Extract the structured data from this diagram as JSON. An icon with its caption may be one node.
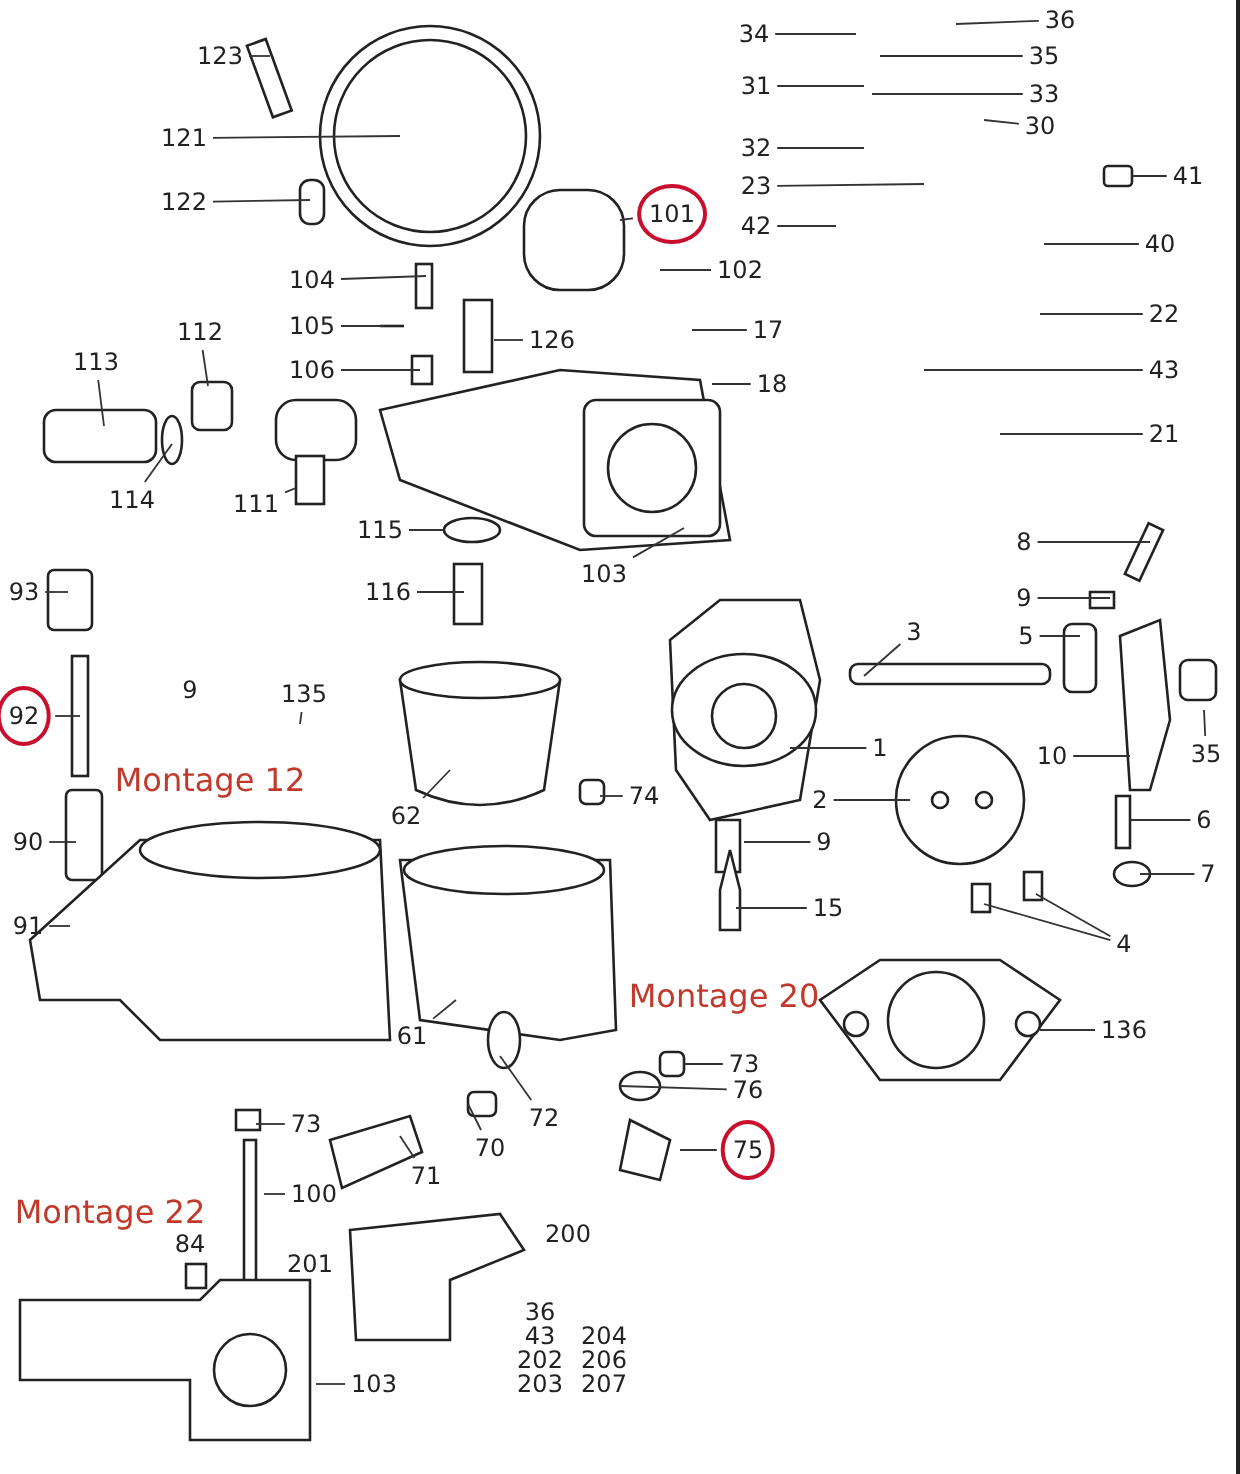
{
  "diagram": {
    "nodes": [
      {
        "text": [
          "123"
        ]
      },
      {
        "text": [
          "121"
        ]
      },
      {
        "text": [
          "122"
        ]
      },
      {
        "text": [
          "34"
        ]
      },
      {
        "text": [
          "36"
        ]
      },
      {
        "text": [
          "35"
        ]
      },
      {
        "text": [
          "31"
        ]
      },
      {
        "text": [
          "33"
        ]
      },
      {
        "text": [
          "30"
        ]
      },
      {
        "text": [
          "32"
        ]
      },
      {
        "text": [
          "41"
        ]
      },
      {
        "text": [
          "23"
        ]
      },
      {
        "text": [
          "101"
        ]
      },
      {
        "text": [
          "42"
        ]
      },
      {
        "text": [
          "40"
        ]
      },
      {
        "text": [
          "102"
        ]
      },
      {
        "text": [
          "104"
        ]
      },
      {
        "text": [
          "22"
        ]
      },
      {
        "text": [
          "105"
        ]
      },
      {
        "text": [
          "126"
        ]
      },
      {
        "text": [
          "17"
        ]
      },
      {
        "text": [
          "113"
        ]
      },
      {
        "text": [
          "112"
        ]
      },
      {
        "text": [
          "106"
        ]
      },
      {
        "text": [
          "43"
        ]
      },
      {
        "text": [
          "18"
        ]
      },
      {
        "text": [
          "21"
        ]
      },
      {
        "text": [
          "114"
        ]
      },
      {
        "text": [
          "111"
        ]
      },
      {
        "text": [
          "115"
        ]
      },
      {
        "text": [
          "8"
        ]
      },
      {
        "text": [
          "103"
        ]
      },
      {
        "text": [
          "93"
        ]
      },
      {
        "text": [
          "116"
        ]
      },
      {
        "text": [
          "9"
        ]
      },
      {
        "text": [
          "3"
        ]
      },
      {
        "text": [
          "5"
        ]
      },
      {
        "text": [
          "135"
        ]
      },
      {
        "text": [
          "92"
        ]
      },
      {
        "text": [
          "1"
        ]
      },
      {
        "text": [
          "10"
        ]
      },
      {
        "text": [
          "35"
        ]
      },
      {
        "text": [
          "74"
        ]
      },
      {
        "text": [
          "2"
        ]
      },
      {
        "text": [
          "62"
        ]
      },
      {
        "text": [
          "6"
        ]
      },
      {
        "text": [
          "9"
        ]
      },
      {
        "text": [
          "90"
        ]
      },
      {
        "text": [
          "7"
        ]
      },
      {
        "text": [
          "15"
        ]
      },
      {
        "text": [
          "91"
        ]
      },
      {
        "text": [
          "4"
        ]
      },
      {
        "text": [
          "136"
        ]
      },
      {
        "text": [
          "61"
        ]
      },
      {
        "text": [
          "73"
        ]
      },
      {
        "text": [
          "76"
        ]
      },
      {
        "text": [
          "72"
        ]
      },
      {
        "text": [
          "73"
        ]
      },
      {
        "text": [
          "70"
        ]
      },
      {
        "text": [
          "75"
        ]
      },
      {
        "text": [
          "71"
        ]
      },
      {
        "text": [
          "100"
        ]
      },
      {
        "text": [
          "103"
        ]
      }
    ],
    "edges": [
      {
        "from": 0,
        "to": null,
        "arrow": "none"
      },
      {
        "from": 1,
        "to": null,
        "arrow": "none"
      },
      {
        "from": 2,
        "to": null,
        "arrow": "none"
      },
      {
        "from": 3,
        "to": null,
        "arrow": "none"
      },
      {
        "from": 4,
        "to": null,
        "arrow": "none"
      },
      {
        "from": 5,
        "to": null,
        "arrow": "none"
      },
      {
        "from": 6,
        "to": null,
        "arrow": "none"
      },
      {
        "from": 7,
        "to": null,
        "arrow": "none"
      },
      {
        "from": 8,
        "to": null,
        "arrow": "none"
      },
      {
        "from": 9,
        "to": null,
        "arrow": "none"
      },
      {
        "from": 10,
        "to": null,
        "arrow": "none"
      },
      {
        "from": 11,
        "to": null,
        "arrow": "none"
      },
      {
        "from": 12,
        "to": null,
        "arrow": "none"
      },
      {
        "from": 13,
        "to": null,
        "arrow": "none"
      },
      {
        "from": 14,
        "to": null,
        "arrow": "none"
      },
      {
        "from": 15,
        "to": null,
        "arrow": "none"
      },
      {
        "from": 16,
        "to": null,
        "arrow": "none"
      },
      {
        "from": 17,
        "to": null,
        "arrow": "none"
      },
      {
        "from": 18,
        "to": null,
        "arrow": "none"
      },
      {
        "from": 19,
        "to": null,
        "arrow": "none"
      },
      {
        "from": 20,
        "to": null,
        "arrow": "none"
      },
      {
        "from": 21,
        "to": null,
        "arrow": "none"
      },
      {
        "from": 22,
        "to": null,
        "arrow": "none"
      },
      {
        "from": 23,
        "to": null,
        "arrow": "none"
      },
      {
        "from": 24,
        "to": null,
        "arrow": "none"
      },
      {
        "from": 25,
        "to": null,
        "arrow": "none"
      },
      {
        "from": 26,
        "to": null,
        "arrow": "none"
      },
      {
        "from": 27,
        "to": null,
        "arrow": "none"
      },
      {
        "from": 28,
        "to": null,
        "arrow": "none"
      },
      {
        "from": 29,
        "to": null,
        "arrow": "none"
      },
      {
        "from": 30,
        "to": null,
        "arrow": "none"
      },
      {
        "from": 31,
        "to": null,
        "arrow": "none"
      },
      {
        "from": 32,
        "to": null,
        "arrow": "none"
      },
      {
        "from": 33,
        "to": null,
        "arrow": "none"
      },
      {
        "from": 34,
        "to": null,
        "arrow": "none"
      },
      {
        "from": 35,
        "to": null,
        "arrow": "none"
      },
      {
        "from": 36,
        "to": null,
        "arrow": "none"
      },
      {
        "from": 37,
        "to": null,
        "arrow": "none"
      },
      {
        "from": 38,
        "to": null,
        "arrow": "none"
      },
      {
        "from": 39,
        "to": null,
        "arrow": "none"
      },
      {
        "from": 40,
        "to": null,
        "arrow": "none"
      },
      {
        "from": 41,
        "to": null,
        "arrow": "none"
      },
      {
        "from": 42,
        "to": null,
        "arrow": "none"
      },
      {
        "from": 43,
        "to": null,
        "arrow": "none"
      },
      {
        "from": 44,
        "to": null,
        "arrow": "none"
      },
      {
        "from": 45,
        "to": null,
        "arrow": "none"
      },
      {
        "from": 46,
        "to": null,
        "arrow": "none"
      },
      {
        "from": 47,
        "to": null,
        "arrow": "none"
      },
      {
        "from": 48,
        "to": null,
        "arrow": "none"
      },
      {
        "from": 49,
        "to": null,
        "arrow": "none"
      },
      {
        "from": 50,
        "to": null,
        "arrow": "none"
      },
      {
        "from": 51,
        "to": null,
        "arrow": "none"
      },
      {
        "from": 51,
        "to": null,
        "arrow": "none"
      },
      {
        "from": 52,
        "to": null,
        "arrow": "none"
      },
      {
        "from": 53,
        "to": null,
        "arrow": "none"
      },
      {
        "from": 54,
        "to": null,
        "arrow": "none"
      },
      {
        "from": 55,
        "to": null,
        "arrow": "none"
      },
      {
        "from": 56,
        "to": null,
        "arrow": "none"
      },
      {
        "from": 57,
        "to": null,
        "arrow": "none"
      },
      {
        "from": 58,
        "to": null,
        "arrow": "none"
      },
      {
        "from": 59,
        "to": null,
        "arrow": "none"
      },
      {
        "from": 60,
        "to": null,
        "arrow": "none"
      },
      {
        "from": 61,
        "to": null,
        "arrow": "none"
      },
      {
        "from": 62,
        "to": null,
        "arrow": "none"
      }
    ],
    "labels": [
      "9",
      "Montage 12",
      "Montage 20",
      "Montage 22",
      "84",
      "201",
      "200",
      "36",
      "43",
      "204",
      "202",
      "206",
      "203",
      "207"
    ]
  }
}
